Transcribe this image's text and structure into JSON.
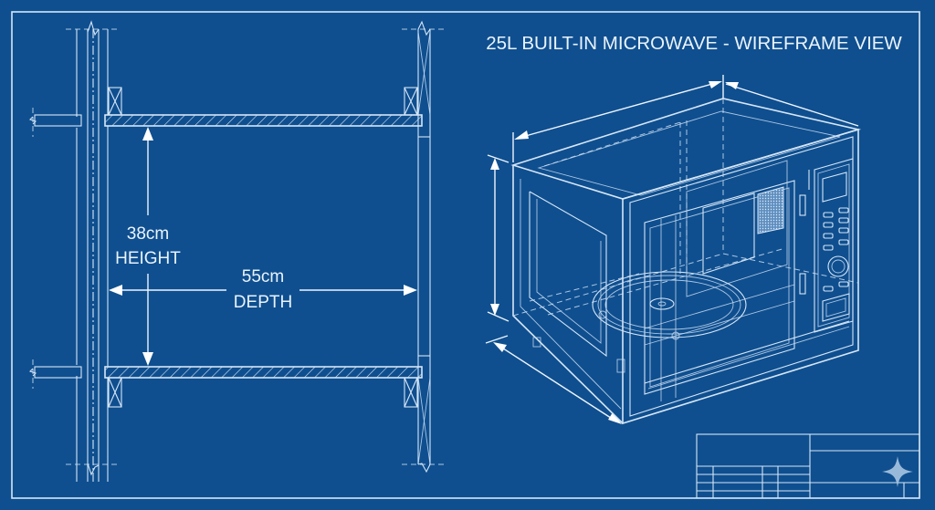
{
  "drawing": {
    "title": "25L BUILT-IN MICROWAVE - WIREFRAME VIEW",
    "background_color": "#0f4f8f",
    "line_color": "#d6e6f7",
    "text_color": "#eaf3fc"
  },
  "cabinet_section": {
    "height_dimension": {
      "value": "38cm",
      "label": "HEIGHT"
    },
    "depth_dimension": {
      "value": "55cm",
      "label": "DEPTH"
    }
  },
  "microwave_view": {
    "dimension_lines": [
      "width",
      "depth",
      "height",
      "front-depth"
    ],
    "features": [
      "control-panel",
      "display",
      "control-buttons",
      "dial-knob",
      "door-release",
      "vent-grille",
      "turntable",
      "door-window"
    ]
  },
  "title_block": {
    "cells": []
  },
  "watermark": {
    "icon": "sparkle-icon"
  }
}
